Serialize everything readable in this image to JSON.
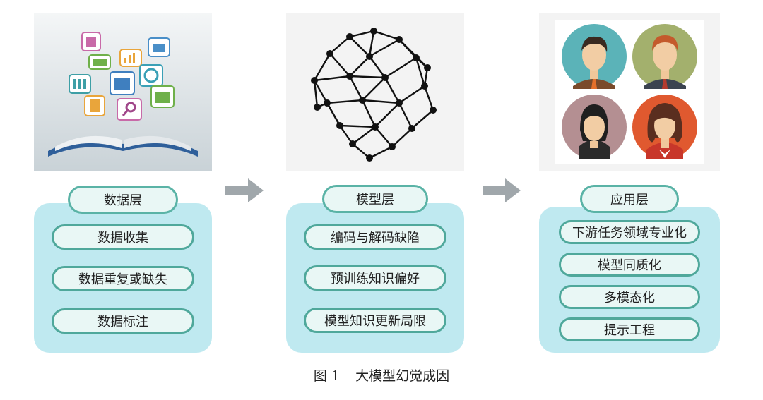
{
  "columns": [
    {
      "title": "数据层",
      "items": [
        "数据收集",
        "数据重复或缺失",
        "数据标注"
      ],
      "image_icons": [
        "document-icon",
        "chart-icon",
        "briefcase-icon",
        "money-icon",
        "calendar-icon",
        "globe-icon",
        "board-icon",
        "doc-icon",
        "search-icon",
        "bank-icon",
        "book-icon"
      ]
    },
    {
      "title": "模型层",
      "items": [
        "编码与解码缺陷",
        "预训练知识偏好",
        "模型知识更新局限"
      ],
      "image_icons": [
        "neural-network-sphere-icon"
      ]
    },
    {
      "title": "应用层",
      "items": [
        "下游任务领域专业化",
        "模型同质化",
        "多模态化",
        "提示工程"
      ],
      "image_icons": [
        "man-avatar-icon",
        "man-avatar-icon",
        "woman-avatar-icon",
        "woman-avatar-icon"
      ]
    }
  ],
  "caption": {
    "label": "图 1",
    "text": "大模型幻觉成因"
  },
  "colors": {
    "panel": "#bfe9f0",
    "pill_border": "#4fa89b",
    "pill_fill": "#e9f7f5",
    "arrow": "#a0a7ab"
  }
}
